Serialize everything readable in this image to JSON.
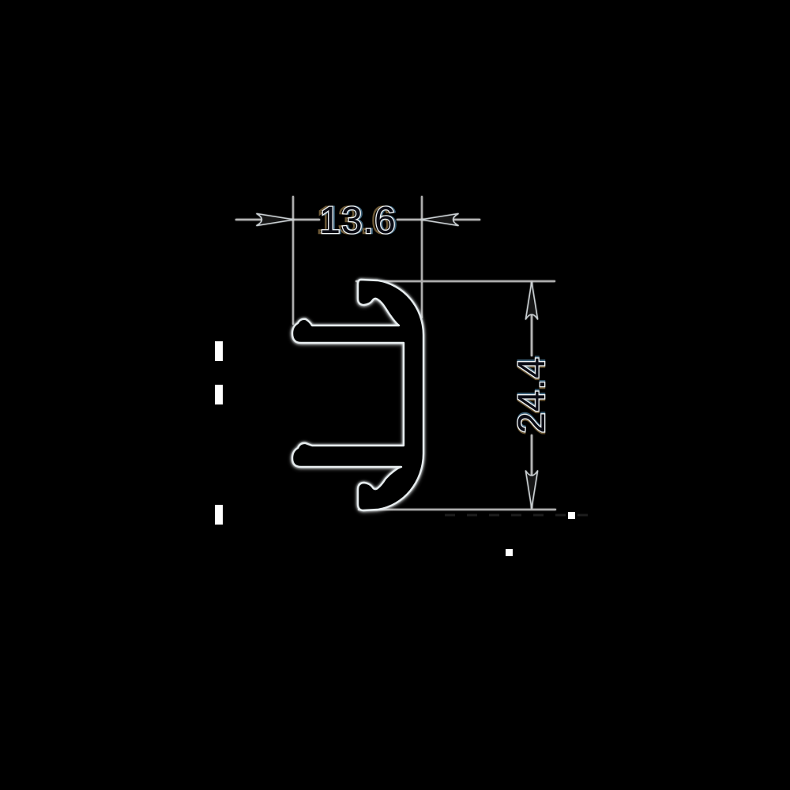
{
  "drawing": {
    "type": "technical-profile-cross-section",
    "description": "Black extrusion/seal profile cross-section with white outline on black background, annotated with two dimension callouts",
    "dimensions": {
      "width": {
        "label": "13.6",
        "orientation": "horizontal",
        "arrows": "outside, pointing inward"
      },
      "height": {
        "label": "24.4",
        "orientation": "vertical",
        "arrows": "inside, pointing outward",
        "text_rotation_deg": -90
      }
    },
    "colors": {
      "background": "#000000",
      "profile_fill": "#000000",
      "profile_outline": "#e7edef",
      "dimension_line": "#b4b4b4",
      "label_fill": "#0a0b14",
      "label_outline": "#f1f5f7",
      "fringe_warm": "#d8b06a",
      "fringe_cool": "#6fb4e0",
      "artifact": "#ffffff"
    }
  }
}
